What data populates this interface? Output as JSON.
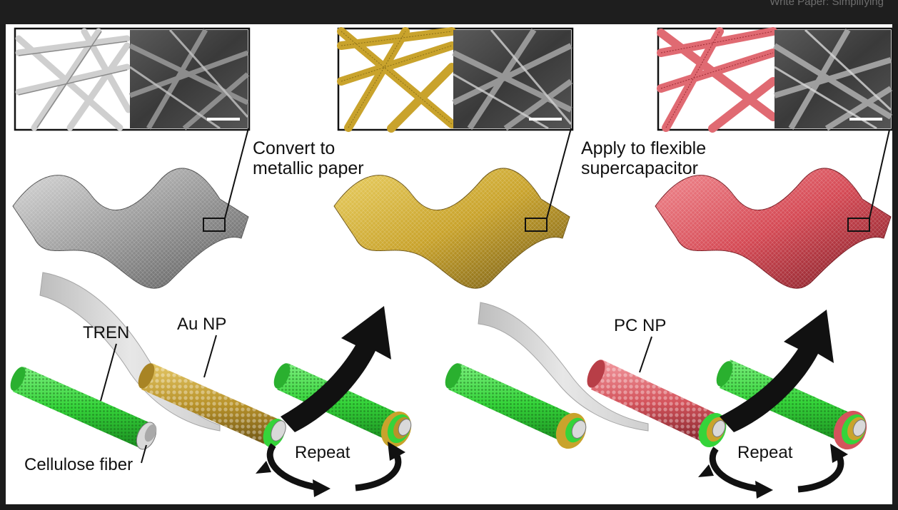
{
  "page": {
    "top_snippet": "Write Paper: Simplifying"
  },
  "panels": {
    "left": {
      "caption_line1": "Convert to",
      "caption_line2": "metallic paper",
      "label_tren": "TREN",
      "label_cellulose": "Cellulose fiber",
      "label_np": "Au NP",
      "label_repeat": "Repeat"
    },
    "right": {
      "caption_line1": "Apply to flexible",
      "caption_line2": "supercapacitor",
      "label_np": "PC NP",
      "label_repeat": "Repeat"
    }
  },
  "colors": {
    "paper_gray": "#9a9a9a",
    "paper_gold": "#c9a32c",
    "paper_red": "#d54a55",
    "fiber_green": "#35d43a",
    "au_np": "#b8922a",
    "pc_np": "#d4545c",
    "arrow": "#111111"
  }
}
